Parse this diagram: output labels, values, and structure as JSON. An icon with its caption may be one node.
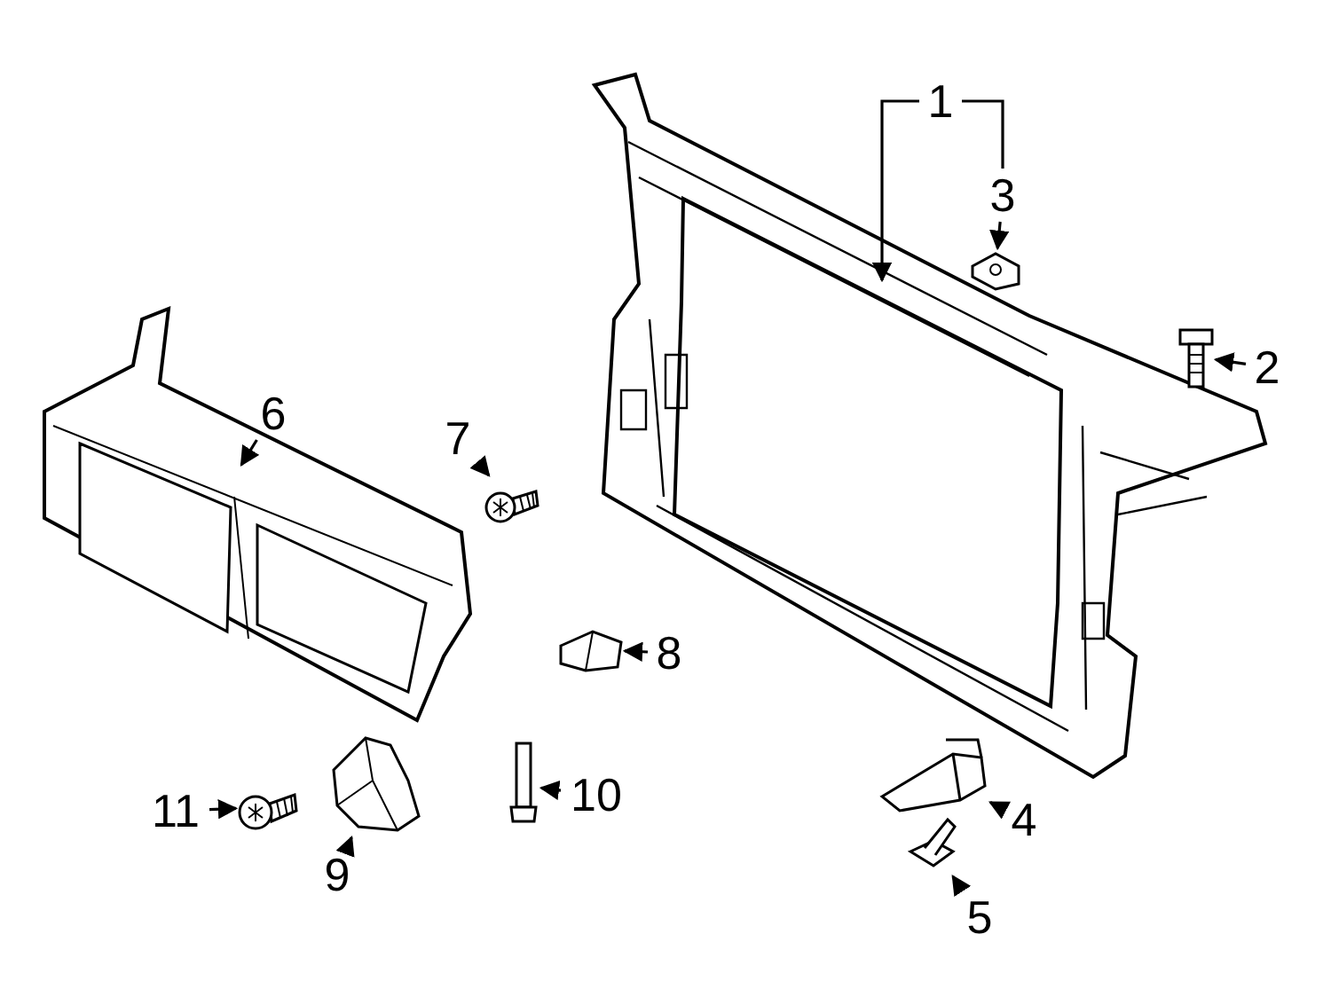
{
  "diagram": {
    "nodes": [
      {
        "text": [
          "1"
        ]
      },
      {
        "text": [],
        "shape": "picture"
      },
      {
        "text": [
          "3"
        ]
      },
      {
        "text": [],
        "shape": "picture"
      },
      {
        "text": [
          "2"
        ]
      },
      {
        "text": [],
        "shape": "picture"
      },
      {
        "text": [
          "6"
        ]
      },
      {
        "text": [],
        "shape": "picture"
      },
      {
        "text": [
          "7"
        ]
      },
      {
        "text": [],
        "shape": "picture"
      },
      {
        "text": [
          "8"
        ]
      },
      {
        "text": [],
        "shape": "picture"
      },
      {
        "text": [
          "4"
        ]
      },
      {
        "text": [],
        "shape": "picture"
      },
      {
        "text": [
          "11"
        ]
      },
      {
        "text": [],
        "shape": "picture"
      },
      {
        "text": [
          "9"
        ]
      },
      {
        "text": [],
        "shape": "picture"
      },
      {
        "text": [
          "10"
        ]
      },
      {
        "text": [],
        "shape": "picture"
      },
      {
        "text": [
          "5"
        ]
      },
      {
        "text": [],
        "shape": "picture"
      }
    ],
    "edges": [
      {
        "from": 0,
        "to": 1,
        "arrow": "to"
      },
      {
        "from": 0,
        "to": 2,
        "arrow": "none"
      },
      {
        "from": 2,
        "to": 3,
        "arrow": "to"
      },
      {
        "from": 4,
        "to": 5,
        "arrow": "to"
      },
      {
        "from": 6,
        "to": 7,
        "arrow": "to"
      },
      {
        "from": 8,
        "to": 9,
        "arrow": "to"
      },
      {
        "from": 10,
        "to": 11,
        "arrow": "to"
      },
      {
        "from": 12,
        "to": 13,
        "arrow": "to"
      },
      {
        "from": 14,
        "to": 15,
        "arrow": "to"
      },
      {
        "from": 16,
        "to": 17,
        "arrow": "to"
      },
      {
        "from": 18,
        "to": 19,
        "arrow": "to"
      },
      {
        "from": 20,
        "to": 21,
        "arrow": "to"
      }
    ]
  }
}
